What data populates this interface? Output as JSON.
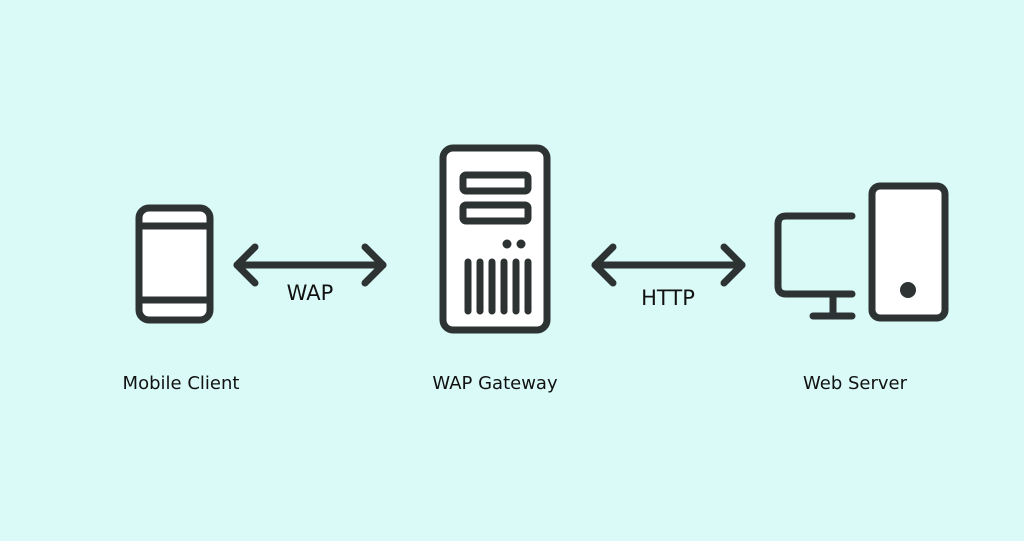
{
  "diagram": {
    "nodes": [
      {
        "label": "Mobile Client",
        "icon": "mobile-phone-icon"
      },
      {
        "label": "WAP Gateway",
        "icon": "server-tower-icon"
      },
      {
        "label": "Web Server",
        "icon": "desktop-computer-icon"
      }
    ],
    "links": [
      {
        "label": "WAP",
        "from": "Mobile Client",
        "to": "WAP Gateway",
        "direction": "bidirectional"
      },
      {
        "label": "HTTP",
        "from": "WAP Gateway",
        "to": "Web Server",
        "direction": "bidirectional"
      }
    ],
    "colors": {
      "background": "#d9faf7",
      "stroke": "#2d3233",
      "icon_fill": "#ffffff",
      "text": "#111111"
    }
  }
}
